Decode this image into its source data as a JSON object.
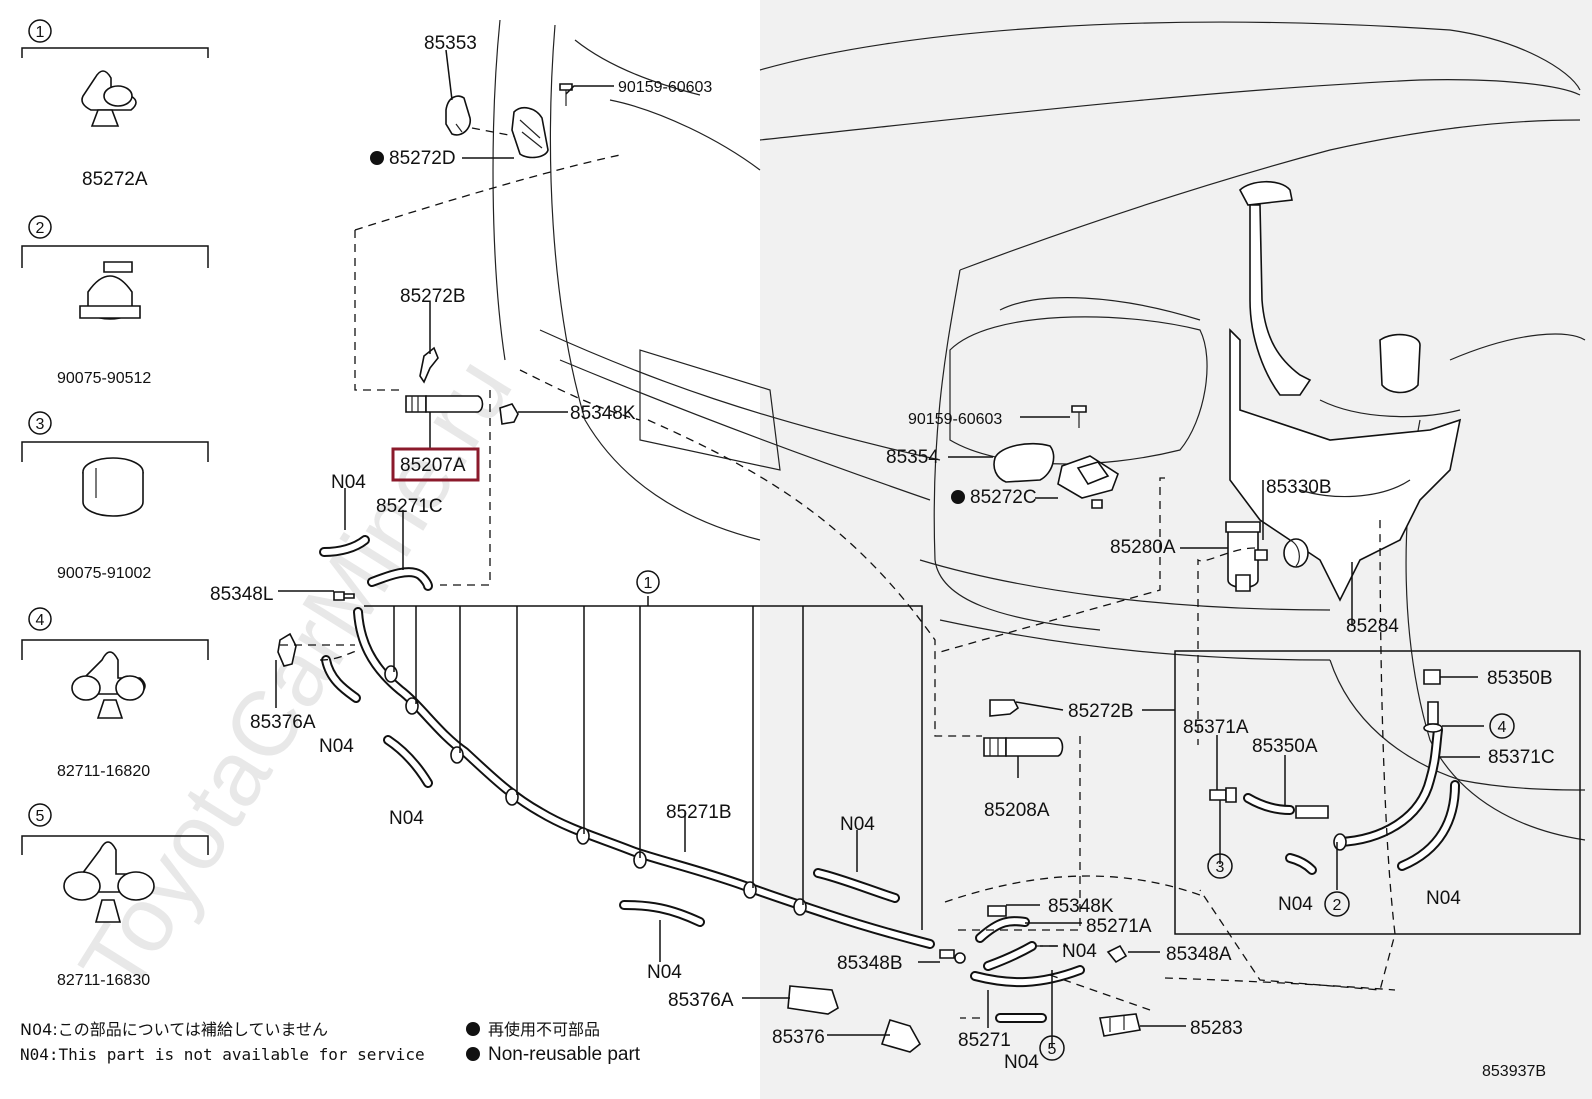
{
  "watermark": "ToyotaCarMine.ru",
  "diagram_code": "853937B",
  "notes": {
    "n04_jp": "N04:この部品については補給していません",
    "n04_en": "N04:This part is not available for service",
    "nonreusable_jp": "再使用不可部品",
    "nonreusable_en": "Non-reusable part"
  },
  "legend": [
    {
      "num": "1",
      "part": "85272A"
    },
    {
      "num": "2",
      "part": "90075-90512"
    },
    {
      "num": "3",
      "part": "90075-91002"
    },
    {
      "num": "4",
      "part": "82711-16820"
    },
    {
      "num": "5",
      "part": "82711-16830"
    }
  ],
  "callouts": {
    "p85353": "85353",
    "p90159a": "90159-60603",
    "p85272d": "85272D",
    "p85272b1": "85272B",
    "p85207a": "85207A",
    "p85348k1": "85348K",
    "n04a": "N04",
    "p85271c": "85271C",
    "p85348l": "85348L",
    "p85376a1": "85376A",
    "n04b": "N04",
    "n04c": "N04",
    "c1": "1",
    "p85271b": "85271B",
    "n04d": "N04",
    "n04e": "N04",
    "p85376a2": "85376A",
    "p85376": "85376",
    "p90159b": "90159-60603",
    "p85354": "85354",
    "p85272c": "85272C",
    "p85330b": "85330B",
    "p85280a": "85280A",
    "p85284": "85284",
    "p85350b": "85350B",
    "p85272b2": "85272B",
    "p85371a": "85371A",
    "p85350a": "85350A",
    "c4": "4",
    "p85371c": "85371C",
    "p85208a": "85208A",
    "c3": "3",
    "n04f": "N04",
    "c2": "2",
    "n04g": "N04",
    "p85348k2": "85348K",
    "p85271a": "85271A",
    "n04h": "N04",
    "p85348a": "85348A",
    "p85348b": "85348B",
    "p85271": "85271",
    "c5": "5",
    "n04i": "N04",
    "p85283": "85283"
  }
}
